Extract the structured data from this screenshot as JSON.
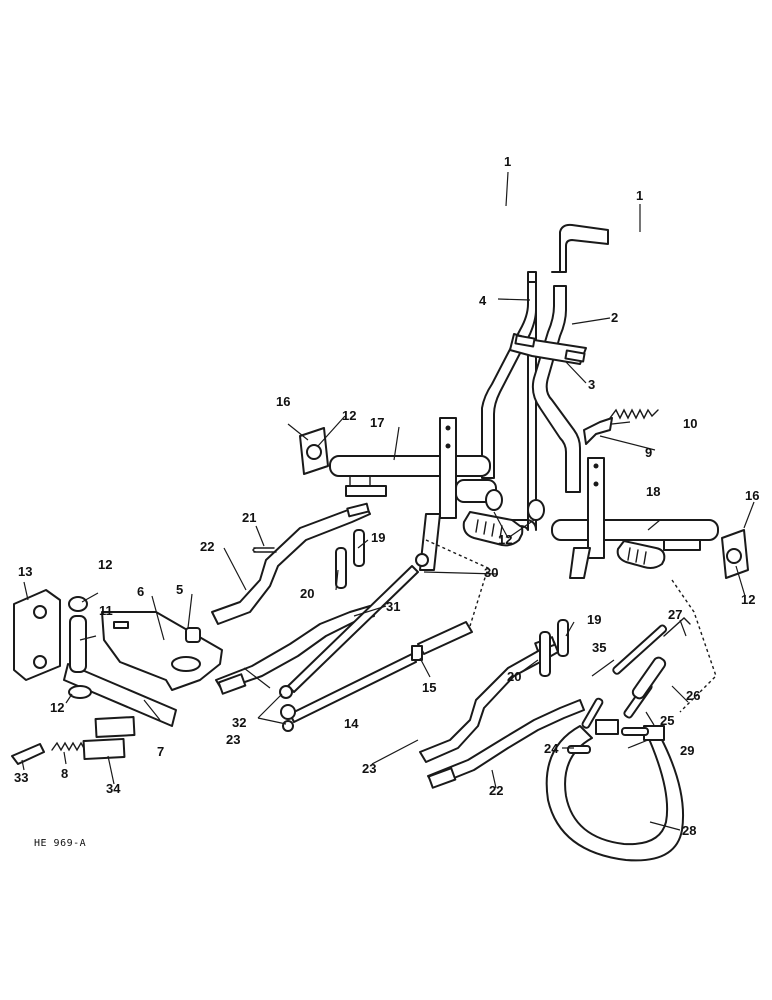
{
  "figure_code": "HE 969-A",
  "callouts": [
    "1",
    "1",
    "2",
    "3",
    "4",
    "5",
    "6",
    "7",
    "8",
    "9",
    "10",
    "11",
    "12",
    "12",
    "12",
    "12",
    "12",
    "13",
    "14",
    "15",
    "16",
    "16",
    "17",
    "18",
    "19",
    "19",
    "20",
    "20",
    "21",
    "22",
    "22",
    "23",
    "23",
    "24",
    "25",
    "26",
    "27",
    "28",
    "29",
    "30",
    "31",
    "32",
    "33",
    "34",
    "35"
  ],
  "colors": {
    "ink": "#1a1a1a",
    "paper": "#ffffff"
  }
}
